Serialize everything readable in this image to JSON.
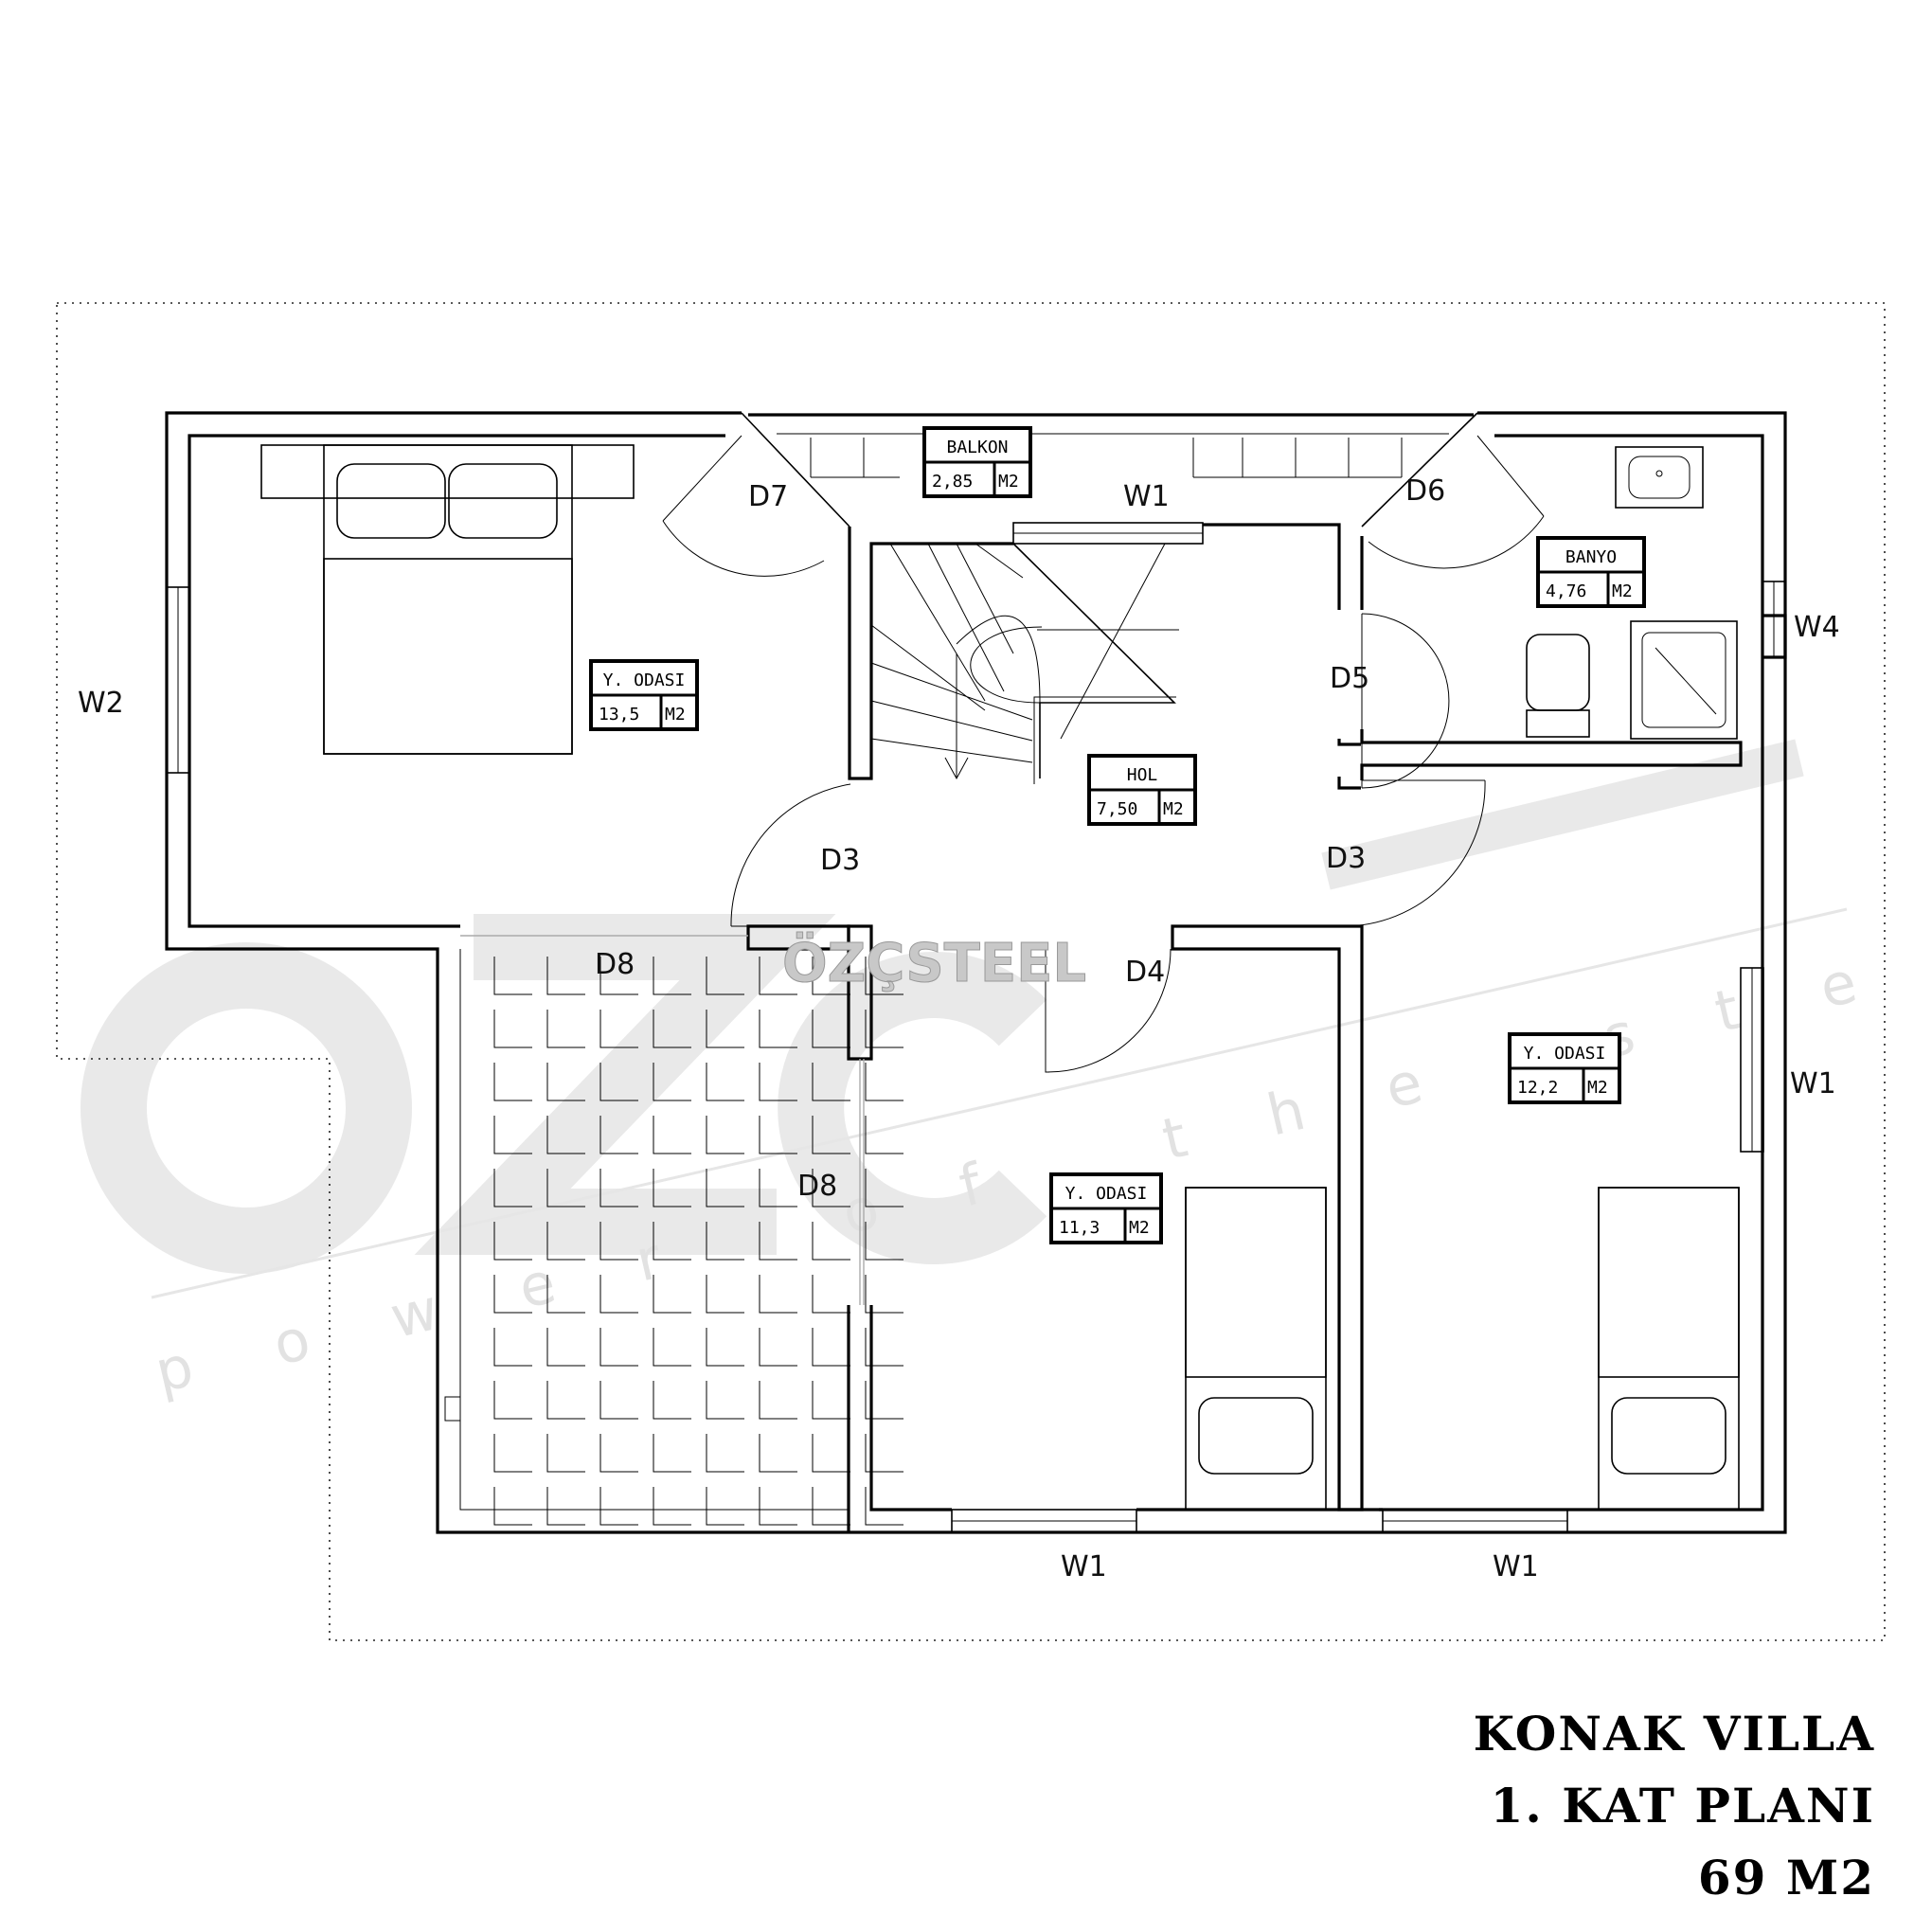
{
  "watermark": {
    "brand": "ÖZÇSTEEL",
    "tagline": "power of the steel"
  },
  "rooms": [
    {
      "name": "Y. ODASI",
      "area": "13,5",
      "unit": "M2"
    },
    {
      "name": "BALKON",
      "area": "2,85",
      "unit": "M2"
    },
    {
      "name": "BANYO",
      "area": "4,76",
      "unit": "M2"
    },
    {
      "name": "HOL",
      "area": "7,50",
      "unit": "M2"
    },
    {
      "name": "Y. ODASI",
      "area": "12,2",
      "unit": "M2"
    },
    {
      "name": "Y. ODASI",
      "area": "11,3",
      "unit": "M2"
    }
  ],
  "openings": {
    "w2": "W2",
    "d7": "D7",
    "w1_top": "W1",
    "d6": "D6",
    "w4": "W4",
    "d5": "D5",
    "d3_left": "D3",
    "d3_right": "D3",
    "d8_top": "D8",
    "d4": "D4",
    "w1_right": "W1",
    "d8_mid": "D8",
    "w1_bottom_left": "W1",
    "w1_bottom_right": "W1"
  },
  "title": {
    "line1": "KONAK VILLA",
    "line2": "1. KAT PLANI",
    "line3": "69 M2"
  }
}
